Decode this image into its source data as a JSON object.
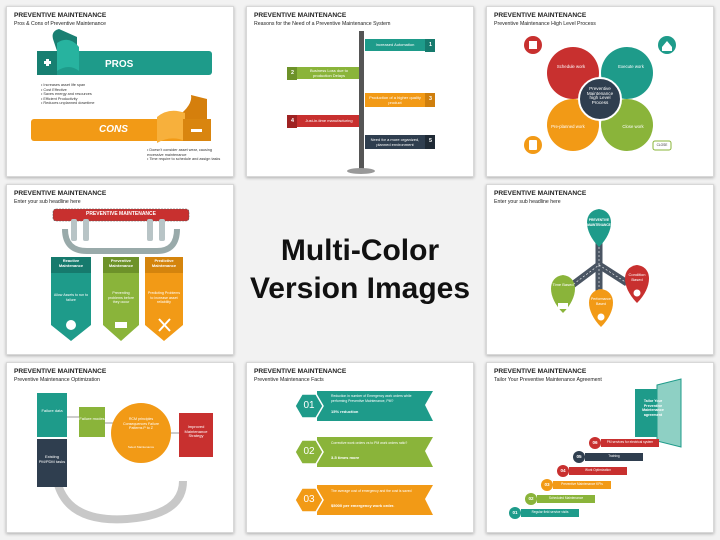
{
  "colors": {
    "teal": "#1e9b8a",
    "green": "#8ab43a",
    "orange": "#f29a16",
    "red": "#c8302f",
    "navy": "#2f3e4f"
  },
  "caption": {
    "line1": "Multi-Color",
    "line2": "Version Images"
  },
  "slides": {
    "s1": {
      "title": "PREVENTIVE MAINTENANCE",
      "sub": "Pros & Cons of Preventive Maintenance",
      "pros_label": "PROS",
      "cons_label": "CONS",
      "pros": [
        "Increases asset life span",
        "Cost Effective",
        "Saves energy and resources",
        "Efficient Productivity",
        "Reduces unplanned downtime"
      ],
      "cons": [
        "Doesn't consider asset wear, causing excessive maintenance",
        "Time require to schedule and assign tasks"
      ]
    },
    "s2": {
      "title": "PREVENTIVE MAINTENANCE",
      "sub": "Reasons for the Need of a Preventive Maintenance System",
      "r1": "Increased Automation",
      "r2": "Business Loss due to production Delays",
      "r3": "Production of a higher quality product",
      "r4": "Just-in-time manufacturing",
      "r5": "Need for a more organized, planned environment",
      "n1": "1",
      "n2": "2",
      "n3": "3",
      "n4": "4",
      "n5": "5"
    },
    "s3": {
      "title": "PREVENTIVE MAINTENANCE",
      "sub": "Preventive Maintenance High Level Process",
      "schedule": "Schedule work",
      "execute": "Execute work",
      "preplanned": "Pre-planned work",
      "close": "Close work",
      "center": "Preventive Maintenance high Level Process",
      "badge": "CLOSE"
    },
    "s4": {
      "title": "PREVENTIVE MAINTENANCE",
      "sub": "Enter your sub headline here",
      "banner": "PREVENTIVE MAINTENANCE",
      "c1": "Reactive Maintenance",
      "c2": "Preventive Maintenance",
      "c3": "Predictive Maintenance",
      "d1": "Allow Assets to run to failure",
      "d2": "Preventing problems before they occur",
      "d3": "Predicting Problems to increase asset reliability"
    },
    "s5": {
      "title": "PREVENTIVE MAINTENANCE",
      "sub": "Enter your sub headline here",
      "top": "PREVENTIVE MAINTENANCE",
      "p1": "Time Based",
      "p2": "Performance Based",
      "p3": "Condition Based"
    },
    "s6": {
      "title": "PREVENTIVE MAINTENANCE",
      "sub": "Preventive Maintenance Optimization",
      "b1": "Failure data",
      "b2": "Failure modes",
      "b3": "RCM principles Consequences Failure Patterns P to Z",
      "b3b": "Select Maintenance",
      "b4": "Improved Maintenance Strategy",
      "b5": "Existing PM/PDM tasks"
    },
    "s7": {
      "title": "PREVENTIVE MAINTENANCE",
      "sub": "Preventive Maintenance Facts",
      "n1": "01",
      "n2": "02",
      "n3": "03",
      "f1a": "Reduction in number of Emergency work orders while performing Preventive Maintenance, PM?",
      "f1b": "15% reduction",
      "f2a": "Corrective work orders vs to PM work orders ratio?",
      "f2b": "3-5 times more",
      "f3a": "The average cost of emergency and the cost is saved",
      "f3b": "$5000 per emergency work order."
    },
    "s8": {
      "title": "PREVENTIVE MAINTENANCE",
      "sub": "Tailor Your Preventive Maintenance Agreement",
      "door": "Tailor Your Preventive Maintenance agreement",
      "steps": [
        {
          "n": "01",
          "t": "Regular field service visits"
        },
        {
          "n": "02",
          "t": "Scheduled Maintenance"
        },
        {
          "n": "03",
          "t": "Preventive Maintenance KPIs"
        },
        {
          "n": "04",
          "t": "Work Optimization"
        },
        {
          "n": "05",
          "t": "Training"
        },
        {
          "n": "06",
          "t": "PM services for electrical system"
        }
      ]
    }
  }
}
